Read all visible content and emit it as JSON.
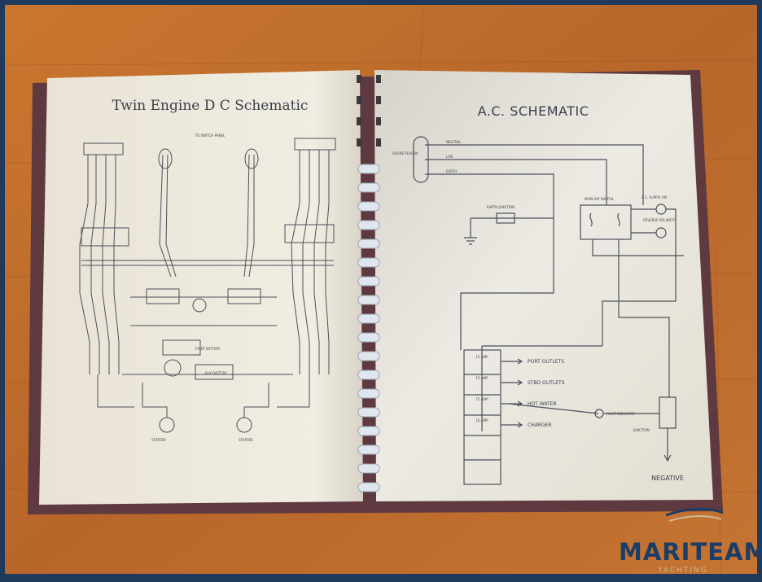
{
  "left_page": {
    "title": "Twin Engine D C Schematic",
    "labels": {
      "switch_panel": "TO SWITCH PANEL",
      "start_battery": "START BATTERY",
      "aux_battery": "AUX BATTERY",
      "starter_port": "STARTER",
      "starter_stbd": "STARTER"
    }
  },
  "right_page": {
    "title": "A.C. SCHEMATIC",
    "labels": {
      "neutral": "NEUTRAL",
      "live": "LIVE",
      "earth": "EARTH",
      "shore_plug": "SHORE PLUG IN",
      "earth_junction": "EARTH JUNCTION",
      "main_switch": "MAIN D/P SWITCH",
      "ac_supply": "A.C. SUPPLY ON",
      "reverse_polarity": "REVERSE POLARITY",
      "port_outlets": "PORT OUTLETS",
      "stbd_outlets": "STBD OUTLETS",
      "hot_water": "HOT WATER",
      "charger": "CHARGER",
      "fault_indicator": "FAULT INDICATOR",
      "junction": "JUNCTION",
      "negative": "NEGATIVE"
    },
    "breakers": [
      "15 AMP",
      "15 AMP",
      "15 AMP",
      "10 AMP"
    ]
  },
  "watermark": {
    "brand": "MARITEAM",
    "sub": "YACHTING"
  }
}
